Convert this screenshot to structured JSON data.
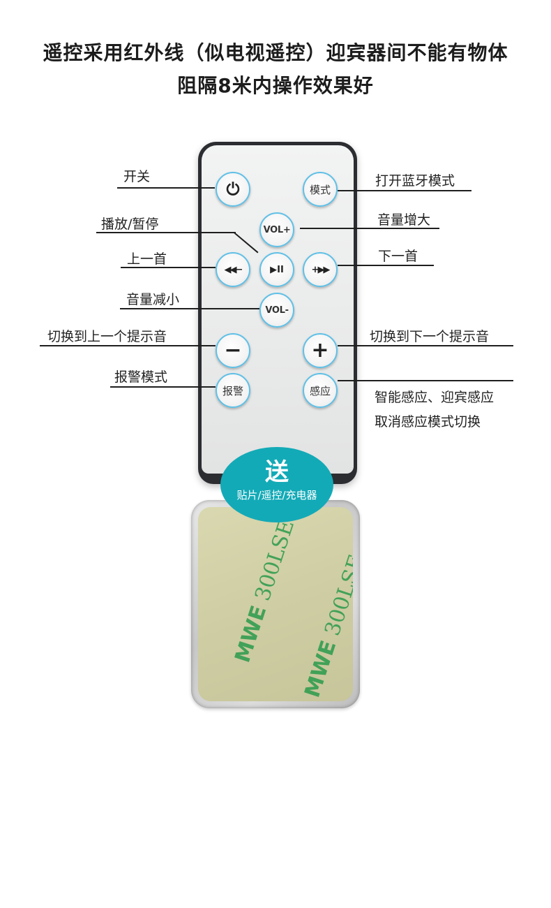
{
  "header": {
    "line1": "遥控采用红外线（似电视遥控）迎宾器间不能有物体",
    "line2": "阻隔8米内操作效果好"
  },
  "remote": {
    "buttons": {
      "power": "⏻",
      "mode": "模式",
      "vol_up": "VOL+",
      "play_pause": "▶II",
      "vol_down": "VOL-",
      "prev": "◀◀−",
      "next": "+▶▶",
      "minus": "−",
      "plus": "+",
      "alarm": "报警",
      "sensor": "感应"
    },
    "labels": {
      "power": "开关",
      "bluetooth": "打开蓝牙模式",
      "play_pause": "播放/暂停",
      "vol_up": "音量增大",
      "prev": "上一首",
      "next": "下一首",
      "vol_down": "音量减小",
      "prev_prompt": "切换到上一个提示音",
      "next_prompt": "切换到下一个提示音",
      "alarm": "报警模式",
      "sensor_line1": "智能感应、迎宾感应",
      "sensor_line2": "取消感应模式切换"
    }
  },
  "badge": {
    "main": "送",
    "sub": "贴片/遥控/充电器"
  },
  "pad": {
    "brand": "MWE",
    "code": "300LSE"
  },
  "colors": {
    "button_ring": "#5fc0e7",
    "badge": "#13aab7",
    "pad_print": "#2a9a4c"
  }
}
